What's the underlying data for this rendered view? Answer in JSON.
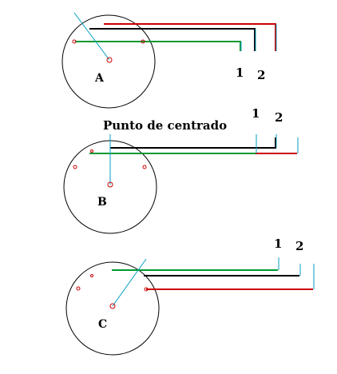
{
  "title": "Punto de centrado",
  "diagrams": [
    {
      "label": "A",
      "terminal_1": "1",
      "terminal_2": "2"
    },
    {
      "label": "B",
      "terminal_1": "1",
      "terminal_2": "2"
    },
    {
      "label": "C",
      "terminal_1": "1",
      "terminal_2": "2"
    }
  ],
  "colors": {
    "red": "#cc0000",
    "black": "#000000",
    "green": "#009933",
    "cyan": "#00a0c0",
    "outline": "#000000"
  }
}
